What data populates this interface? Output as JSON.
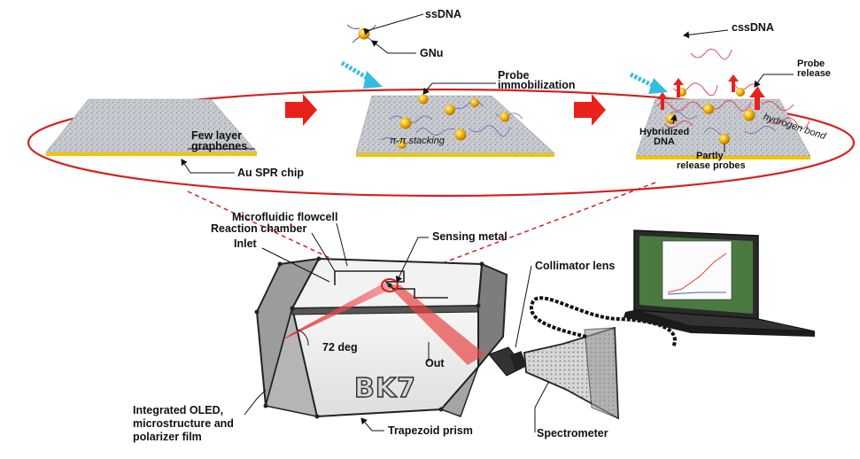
{
  "labels": {
    "ssdna": "ssDNA",
    "gnu": "GNu",
    "probe_immobilization_1": "Probe",
    "probe_immobilization_2": "immobilization",
    "few_layer_1": "Few layer",
    "few_layer_2": "graphenes",
    "au_spr_chip": "Au SPR chip",
    "pi_stacking": "π-π stacking",
    "cssdna": "cssDNA",
    "probe_release_1": "Probe",
    "probe_release_2": "release",
    "hybridized_1": "Hybridized",
    "hybridized_2": "DNA",
    "hydrogen_bond": "hydrogen bond",
    "partly_release_1": "Partly",
    "partly_release_2": "release probes",
    "microfluidic_flowcell": "Microfluidic flowcell",
    "reaction_chamber": "Reaction chamber",
    "inlet": "Inlet",
    "sensing_metal": "Sensing metal",
    "collimator_lens": "Collimator lens",
    "deg_72": "72 deg",
    "outlet": "Out",
    "bk7": "BK7",
    "oled_1": "Integrated OLED,",
    "oled_2": "microstructure and",
    "oled_3": "polarizer film",
    "trapezoid_prism": "Trapezoid prism",
    "spectrometer": "Spectrometer"
  },
  "colors": {
    "arrow_red": "#e8221a",
    "ellipse_red": "#d62020",
    "gold": "#f0b400",
    "cyan_arrow": "#33bde0",
    "graphene": "#c8ccd2",
    "prism_face": "#eeeeee",
    "laser": "#e83a3a"
  }
}
